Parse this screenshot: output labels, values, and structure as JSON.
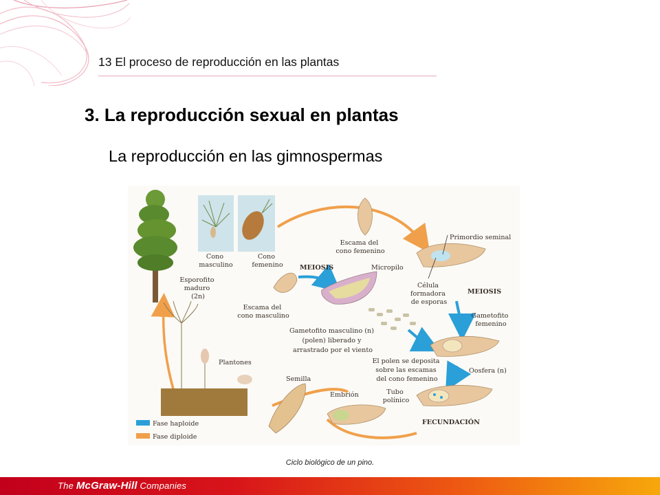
{
  "slide": {
    "chapter_title": "13 El proceso de reproducción en las plantas",
    "section_title": "3. La reproducción sexual en plantas",
    "subtitle": "La reproducción en las gimnospermas"
  },
  "diagram": {
    "labels": {
      "cono_masculino": [
        "Cono",
        "masculino"
      ],
      "cono_femenino": [
        "Cono",
        "femenino"
      ],
      "esporofito": [
        "Esporofito",
        "maduro",
        "(2n)"
      ],
      "escama_cono_femenino": [
        "Escama del",
        "cono femenino"
      ],
      "primordio_seminal": "Primordio seminal",
      "meiosis_1": "MEIOSIS",
      "micropilo": "Micropilo",
      "celula_formadora": [
        "Célula",
        "formadora",
        "de esporas"
      ],
      "meiosis_2": "MEIOSIS",
      "escama_cono_masculino": [
        "Escama del",
        "cono masculino"
      ],
      "gametofito_femenino": [
        "Gametofito",
        "femenino"
      ],
      "gametofito_masculino": [
        "Gametofito masculino (n)",
        "(polen) liberado y",
        "arrastrado por el viento"
      ],
      "plantones": "Plantones",
      "polen_deposita": [
        "El polen se deposita",
        "sobre las escamas",
        "del cono femenino"
      ],
      "oosfera": "Oosfera (n)",
      "semilla": "Semilla",
      "embrion": "Embrión",
      "tubo_polinico": [
        "Tubo",
        "polínico"
      ],
      "fecundacion": "FECUNDACIÓN"
    },
    "legend": [
      {
        "label": "Fase haploide",
        "color": "#2b9fd8"
      },
      {
        "label": "Fase diploide",
        "color": "#f0a04b"
      }
    ],
    "colors": {
      "cycle_arrow": "#f0a04b",
      "haploid_arrow": "#2b9fd8",
      "cone_tan": "#e8c79e",
      "tree_green": "#5a8a2e",
      "soil": "#a07a3c"
    }
  },
  "caption": "Ciclo biológico de un pino.",
  "footer": {
    "brand_the": "The",
    "brand_name": "McGraw-Hill",
    "brand_companies": "Companies"
  }
}
